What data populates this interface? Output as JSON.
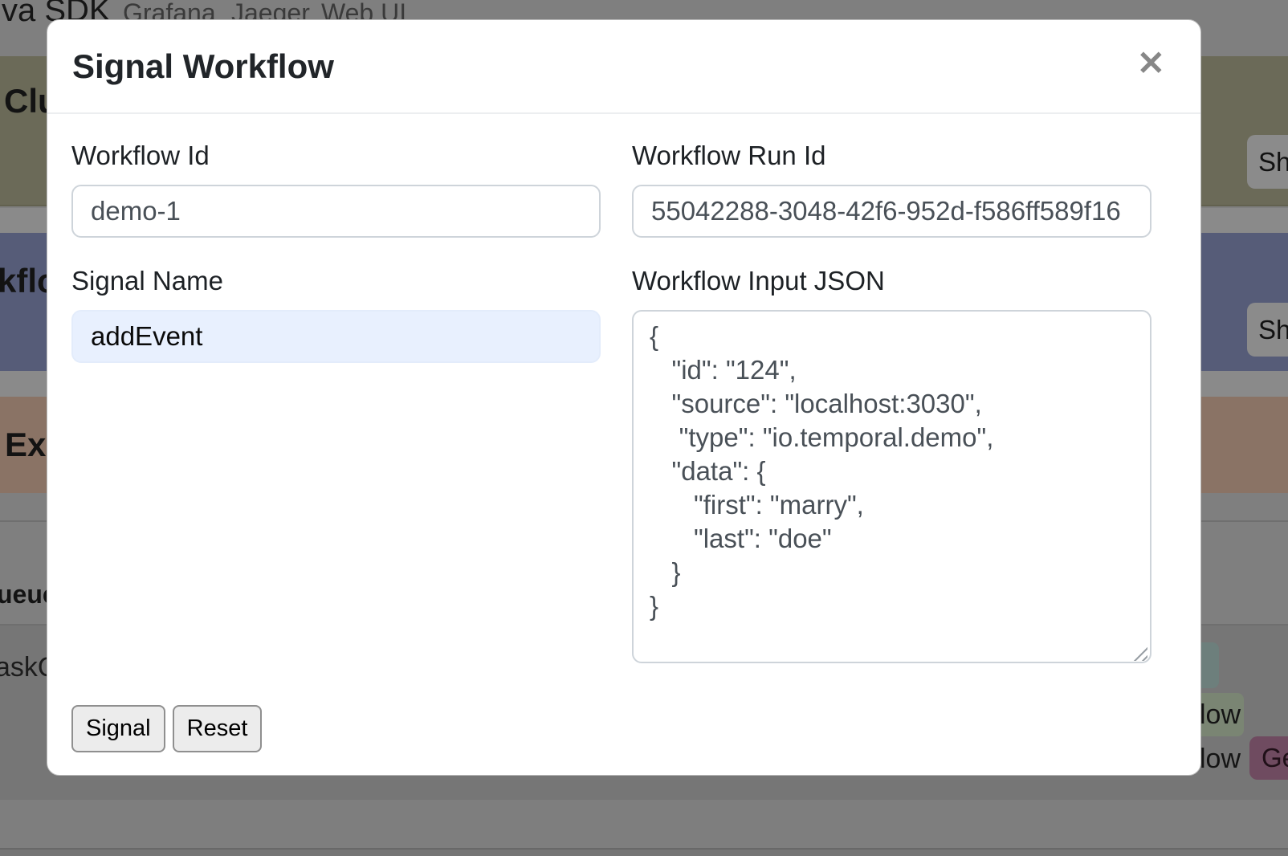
{
  "navbar": {
    "brand": "va SDK",
    "links": [
      "Grafana",
      "Jaeger",
      "Web UI"
    ]
  },
  "background": {
    "cluster_heading": "Clu",
    "workflows_heading": "kflo",
    "executions_heading": "Exe",
    "task_queue_heading": "ueue",
    "task_queue_row": "askQ",
    "show_button_top": "Sh",
    "show_button_bottom": "Sh",
    "workflow_row_text_1": "low",
    "workflow_row_text_2": "low",
    "get_button": "Ge"
  },
  "modal": {
    "title": "Signal Workflow",
    "close_icon": "✕",
    "fields": {
      "workflow_id": {
        "label": "Workflow Id",
        "value": "demo-1"
      },
      "workflow_run_id": {
        "label": "Workflow Run Id",
        "value": "55042288-3048-42f6-952d-f586ff589f16"
      },
      "signal_name": {
        "label": "Signal Name",
        "value": "addEvent"
      },
      "workflow_input": {
        "label": "Workflow Input JSON",
        "value": "{\n   \"id\": \"124\",\n   \"source\": \"localhost:3030\",\n    \"type\": \"io.temporal.demo\",\n   \"data\": {\n      \"first\": \"marry\",\n      \"last\": \"doe\"\n   }\n}"
      }
    },
    "buttons": {
      "signal": "Signal",
      "reset": "Reset"
    }
  },
  "colors": {
    "backdrop_gray": "#7f7f7f",
    "cluster_band": "#6b6a58",
    "workflows_band": "#565c78",
    "executions_band": "#8a7365",
    "autofill_bg": "#e8f0fe",
    "badge_teal": "#6d7f7c",
    "badge_green": "#7a8573",
    "badge_purple": "#6f4b60",
    "gray_button": "#8b8b8b"
  }
}
